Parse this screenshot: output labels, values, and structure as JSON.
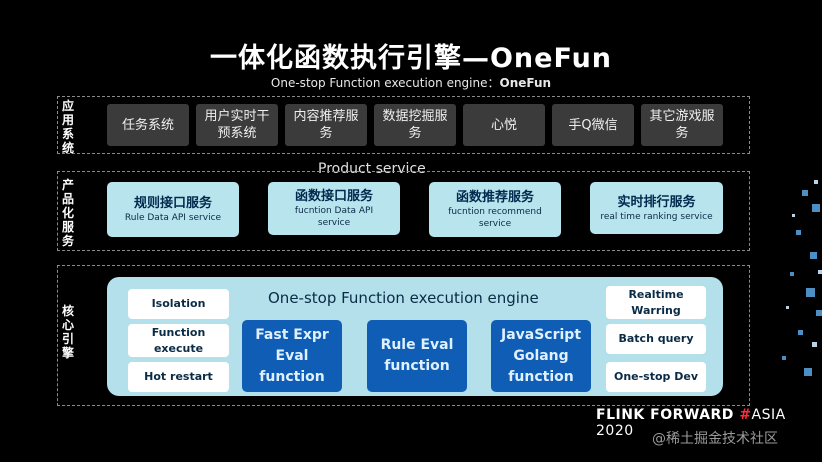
{
  "title": "一体化函数执行引擎—OneFun",
  "subtitle_prefix": "One-stop Function execution engine：",
  "subtitle_brand": "OneFun",
  "layers": {
    "app_label": "应用系统",
    "product_label": "产品化服务",
    "core_label": "核心引擎"
  },
  "app_systems": [
    "任务系统",
    "用户实时干预系统",
    "内容推荐服务",
    "数据挖掘服务",
    "心悦",
    "手Q微信",
    "其它游戏服务"
  ],
  "product_service_title": "Product service",
  "product_services": [
    {
      "name": "规则接口服务",
      "sub": "Rule Data API service"
    },
    {
      "name": "函数接口服务",
      "sub": "fucntion Data API service"
    },
    {
      "name": "函数推荐服务",
      "sub": "fucntion recommend service"
    },
    {
      "name": "实时排行服务",
      "sub": "real time ranking service"
    }
  ],
  "engine_title": "One-stop Function execution engine",
  "engine_left": [
    "Isolation",
    "Function execute",
    "Hot restart"
  ],
  "engine_center": [
    "Fast Expr Eval function",
    "Rule Eval function",
    "JavaScript Golang function"
  ],
  "engine_right": [
    "Realtime Warring",
    "Batch query",
    "One-stop Dev"
  ],
  "footer": {
    "part1": "FLINK FORWARD ",
    "hash": "#",
    "part2": "ASIA 2020"
  },
  "watermark": "@稀土掘金技术社区",
  "colors": {
    "background": "#000000",
    "app_box": "#3b3b3b",
    "product_box": "#b8e4ee",
    "engine_panel": "#b3e0ea",
    "engine_blue": "#0f5db5",
    "footer_hash": "#ff2d3b"
  }
}
